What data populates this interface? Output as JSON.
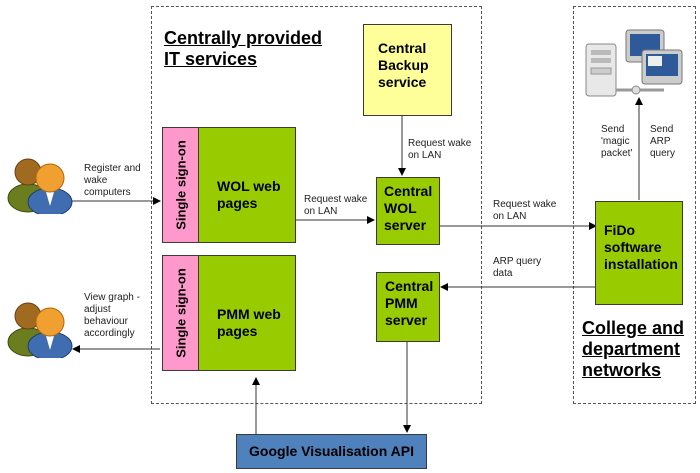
{
  "regions": {
    "central": {
      "heading_line1": "Centrally provided",
      "heading_line2": "IT services"
    },
    "college": {
      "heading_line1": "College and",
      "heading_line2": "department",
      "heading_line3": "networks"
    }
  },
  "boxes": {
    "backup": {
      "line1": "Central",
      "line2": "Backup",
      "line3": "service"
    },
    "wol_pages": {
      "sso": "Single sign-on",
      "line1": "WOL web",
      "line2": "pages"
    },
    "pmm_pages": {
      "sso": "Single sign-on",
      "line1": "PMM web",
      "line2": "pages"
    },
    "wol_server": {
      "line1": "Central",
      "line2": "WOL",
      "line3": "server"
    },
    "pmm_server": {
      "line1": "Central",
      "line2": "PMM",
      "line3": "server"
    },
    "fido": {
      "line1": "FiDo",
      "line2": "software",
      "line3": "installation"
    },
    "google": {
      "label": "Google Visualisation API"
    }
  },
  "edge_labels": {
    "register": {
      "line1": "Register and",
      "line2": "wake",
      "line3": "computers"
    },
    "view_graph": {
      "line1": "View graph -",
      "line2": "adjust",
      "line3": "behaviour",
      "line4": "accordingly"
    },
    "pages_to_wol": {
      "line1": "Request wake",
      "line2": "on LAN"
    },
    "backup_to_wol": {
      "line1": "Request wake",
      "line2": "on LAN"
    },
    "wol_to_fido": {
      "line1": "Request wake",
      "line2": "on LAN"
    },
    "arp_data": {
      "line1": "ARP query",
      "line2": "data"
    },
    "magic_packet": {
      "line1": "Send",
      "line2": "'magic",
      "line3": "packet'"
    },
    "arp_query": {
      "line1": "Send",
      "line2": "ARP",
      "line3": "query"
    }
  },
  "icons": {
    "users_top": "users-icon",
    "users_bottom": "users-icon",
    "network": "network-computers-icon"
  },
  "colors": {
    "green": "#99cc00",
    "yellow": "#ffff99",
    "pink": "#ff99cc",
    "blue": "#4f81bd"
  }
}
